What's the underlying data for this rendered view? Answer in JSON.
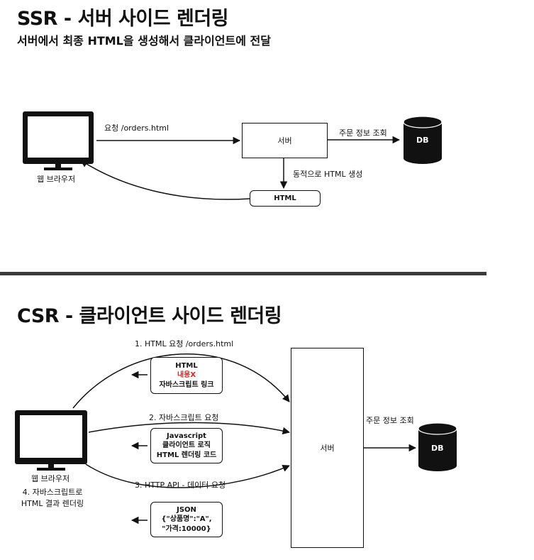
{
  "ssr": {
    "title": "SSR - 서버 사이드 렌더링",
    "subtitle": "서버에서 최종 HTML을 생성해서 클라이언트에 전달",
    "browser_label": "웹 브라우저",
    "request_label": "요청 /orders.html",
    "server_label": "서버",
    "query_label": "주문 정보 조회",
    "db_label": "DB",
    "generate_label": "동적으로 HTML 생성",
    "html_box_label": "HTML"
  },
  "csr": {
    "title": "CSR - 클라이언트 사이드 렌더링",
    "browser_label": "웹 브라우저",
    "browser_note_line1": "4. 자바스크립트로",
    "browser_note_line2": "HTML 결과 렌더링",
    "server_label": "서버",
    "query_label": "주문 정보 조회",
    "db_label": "DB",
    "step1_label": "1. HTML 요청 /orders.html",
    "step2_label": "2. 자바스크립트 요청",
    "step3_label": "3. HTTP API -  데이터 요청",
    "resp1": {
      "line1": "HTML",
      "line2": "내용X",
      "line3": "자바스크립트 링크"
    },
    "resp2": {
      "line1": "Javascript",
      "line2": "클라이언트 로직",
      "line3": "HTML 렌더링 코드"
    },
    "resp3": {
      "line1": "JSON",
      "line2": "{\"상품명\":\"A\",",
      "line3": "\"가격:10000}"
    }
  },
  "colors": {
    "ink": "#111111",
    "accent_red": "#e02020",
    "divider": "#3a3a3a"
  }
}
